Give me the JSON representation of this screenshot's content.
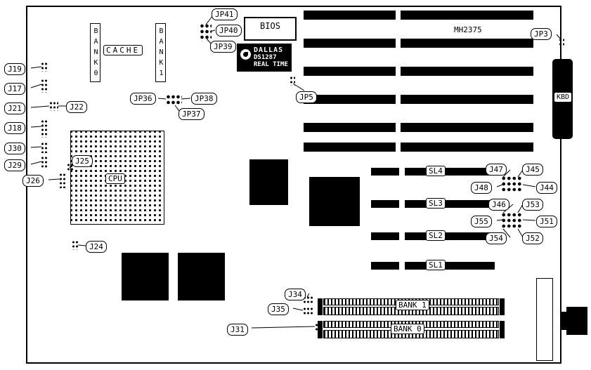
{
  "board": {
    "part_number": "MH2375"
  },
  "chips": {
    "bios": "BIOS",
    "rtc": {
      "line1": "DALLAS",
      "line2": "DS1287",
      "line3": "REAL TIME"
    },
    "cache_label": "CACHE",
    "cache_bank0": "BANK0",
    "cache_bank1": "BANK1",
    "cpu": "CPU",
    "keyboard": "KBD"
  },
  "slots": {
    "sl1": "SL1",
    "sl2": "SL2",
    "sl3": "SL3",
    "sl4": "SL4",
    "simm_bank1": "BANK 1",
    "simm_bank0": "BANK 0"
  },
  "jumpers": {
    "j17": "J17",
    "j18": "J18",
    "j19": "J19",
    "j21": "J21",
    "j22": "J22",
    "j24": "J24",
    "j25": "J25",
    "j26": "J26",
    "j29": "J29",
    "j30": "J30",
    "j31": "J31",
    "j34": "J34",
    "j35": "J35",
    "j44": "J44",
    "j45": "J45",
    "j46": "J46",
    "j47": "J47",
    "j48": "J48",
    "j51": "J51",
    "j52": "J52",
    "j53": "J53",
    "j54": "J54",
    "j55": "J55",
    "jp3": "JP3",
    "jp5": "JP5",
    "jp36": "JP36",
    "jp37": "JP37",
    "jp38": "JP38",
    "jp39": "JP39",
    "jp40": "JP40",
    "jp41": "JP41"
  }
}
